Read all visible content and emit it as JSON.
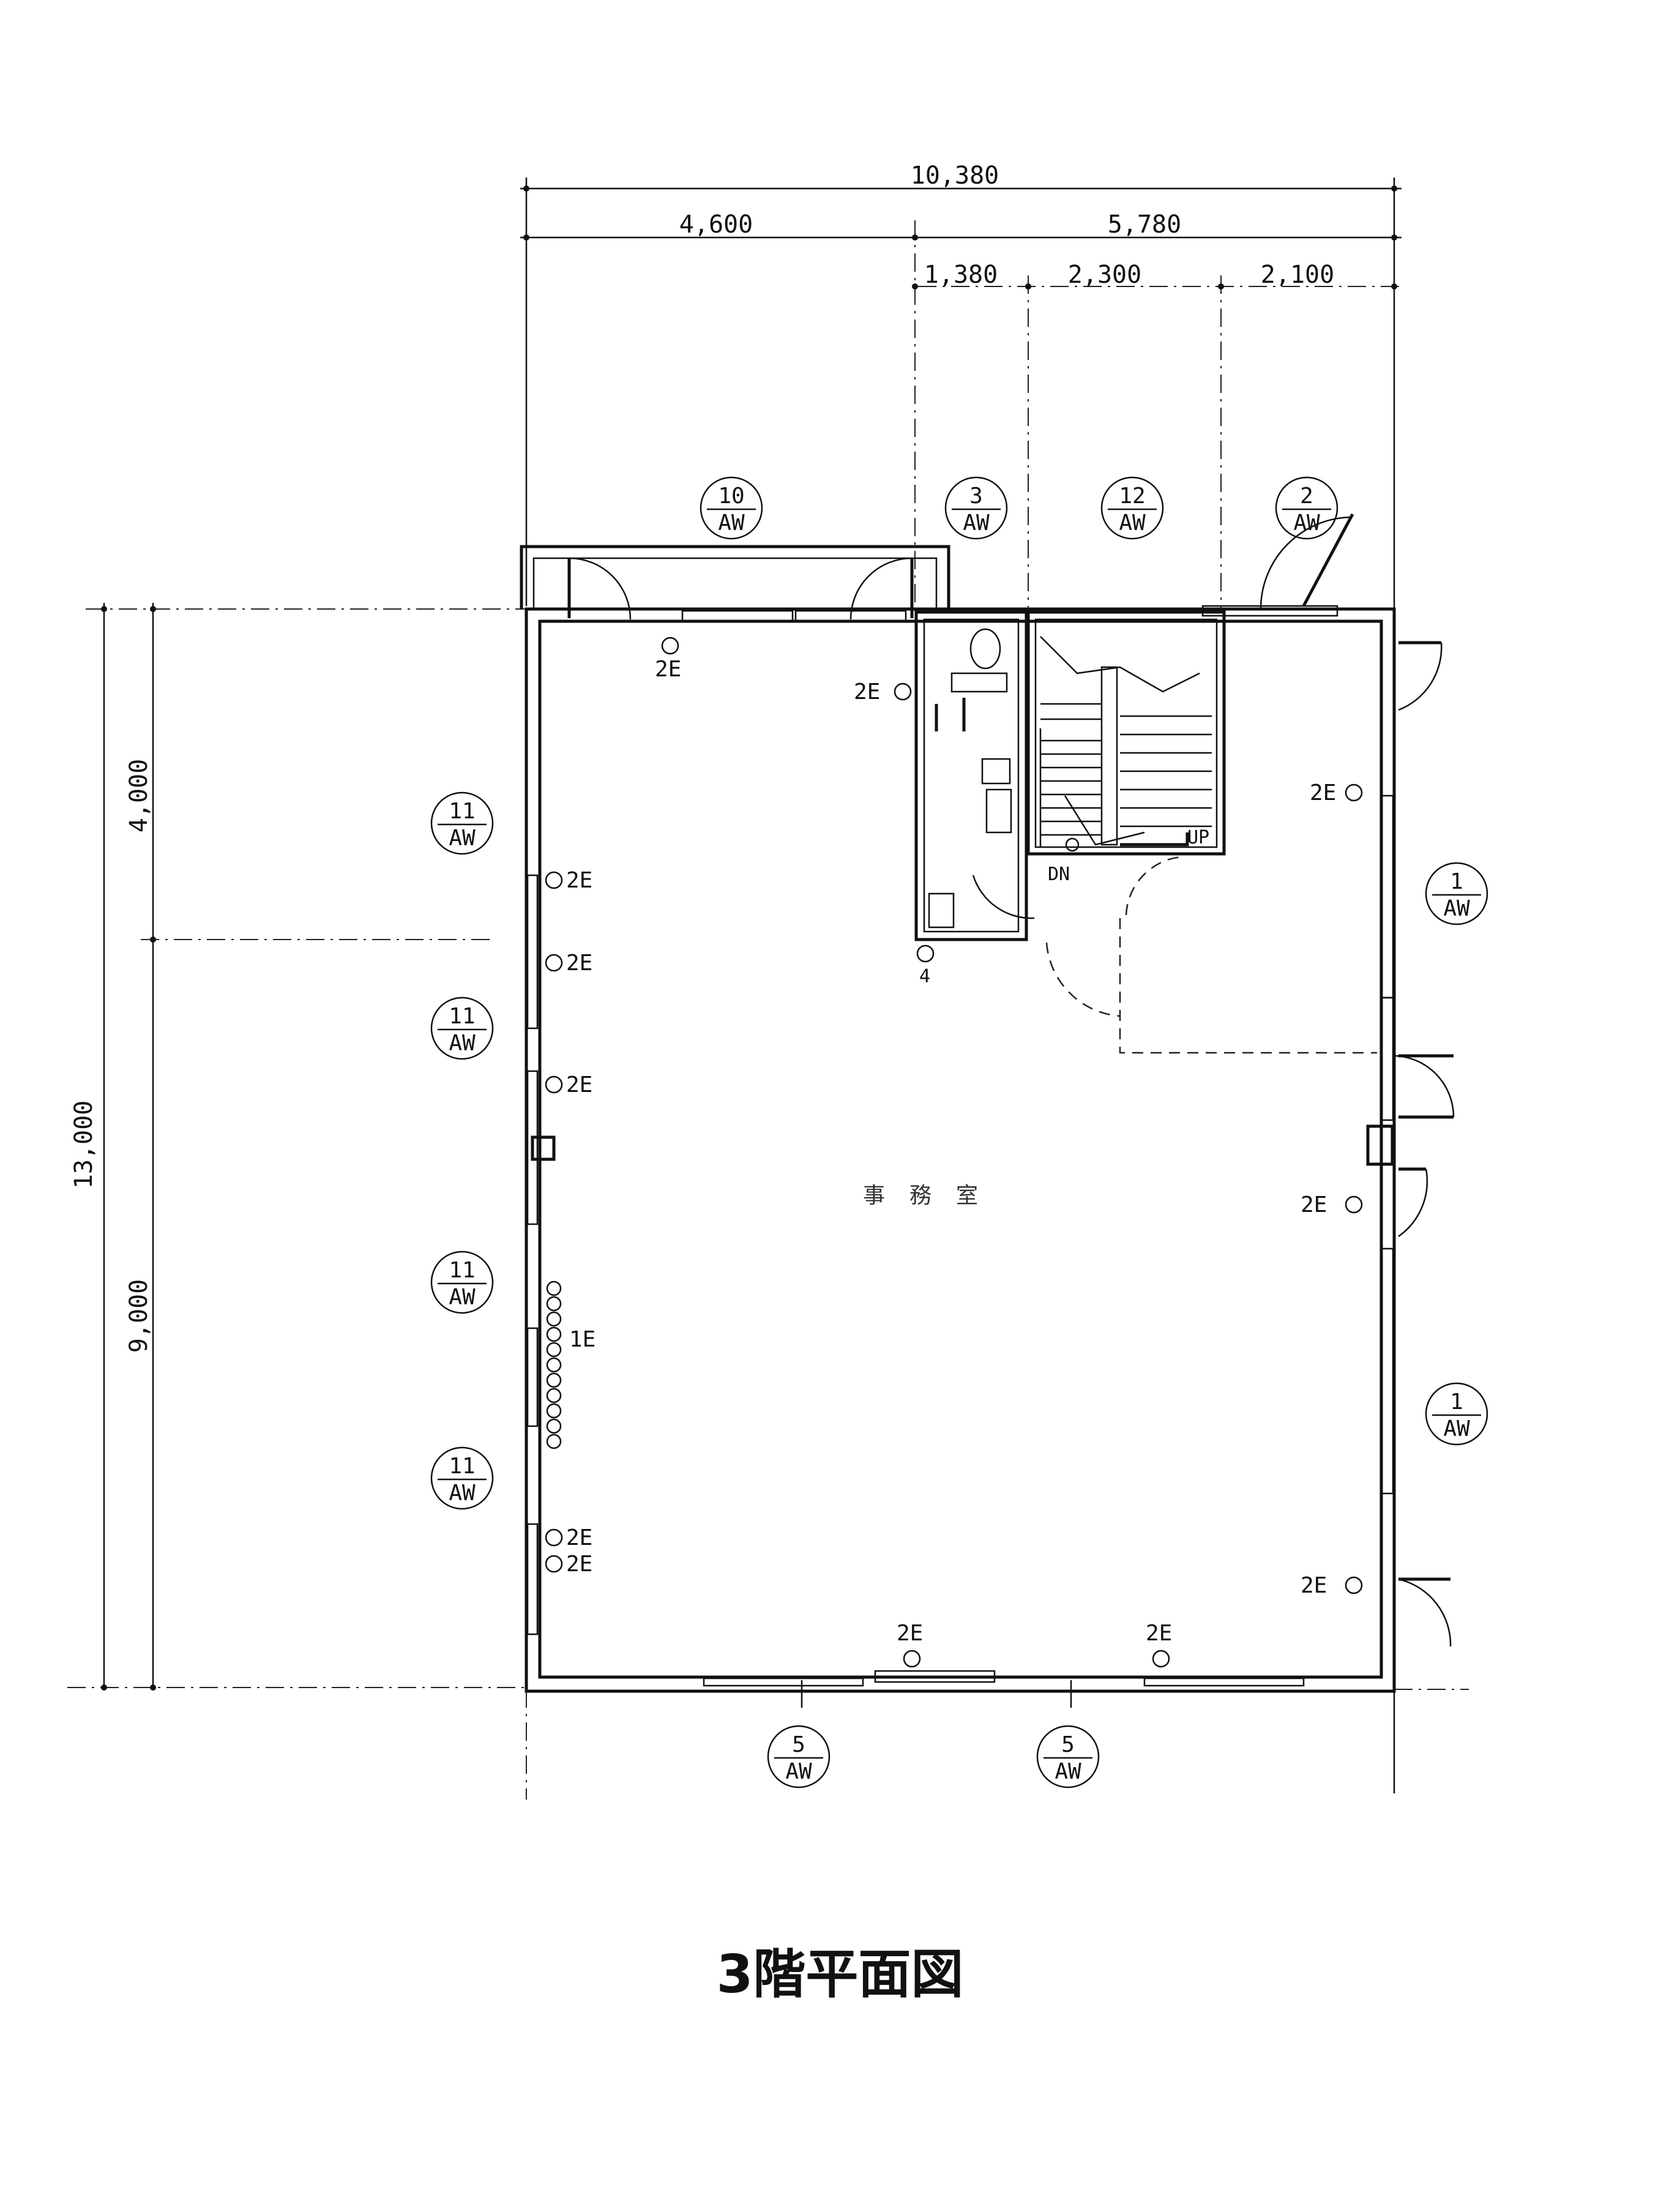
{
  "title": "3階平面図",
  "dimensions": {
    "overall_width": "10,380",
    "width_left": "4,600",
    "width_right": "5,780",
    "seg1": "1,380",
    "seg2": "2,300",
    "seg3": "2,100",
    "overall_depth": "13,000",
    "depth_upper": "4,000",
    "depth_lower": "9,000"
  },
  "window_tags": {
    "top_10": {
      "num": "10",
      "code": "AW"
    },
    "top_3": {
      "num": "3",
      "code": "AW"
    },
    "top_12": {
      "num": "12",
      "code": "AW"
    },
    "top_2": {
      "num": "2",
      "code": "AW"
    },
    "left_1": {
      "num": "11",
      "code": "AW"
    },
    "left_2": {
      "num": "11",
      "code": "AW"
    },
    "left_3": {
      "num": "11",
      "code": "AW"
    },
    "left_4": {
      "num": "11",
      "code": "AW"
    },
    "right_1": {
      "num": "1",
      "code": "AW"
    },
    "right_2": {
      "num": "1",
      "code": "AW"
    },
    "bottom_1": {
      "num": "5",
      "code": "AW"
    },
    "bottom_2": {
      "num": "5",
      "code": "AW"
    }
  },
  "outlets": {
    "e_top": "2E",
    "e_wc": "2E",
    "e_r1": "2E",
    "e_r2": "2E",
    "e_r3": "2E",
    "e_l1": "2E",
    "e_l2": "2E",
    "e_l3": "2E",
    "e_l4": "1E",
    "e_l5": "2E",
    "e_l6": "2E",
    "e_b1": "2E",
    "e_b2": "2E",
    "e_4": "4"
  },
  "labels": {
    "room": "事務室",
    "stair_up": "UP",
    "stair_dn": "DN"
  },
  "colors": {
    "ink": "#111111",
    "paper": "#ffffff"
  }
}
